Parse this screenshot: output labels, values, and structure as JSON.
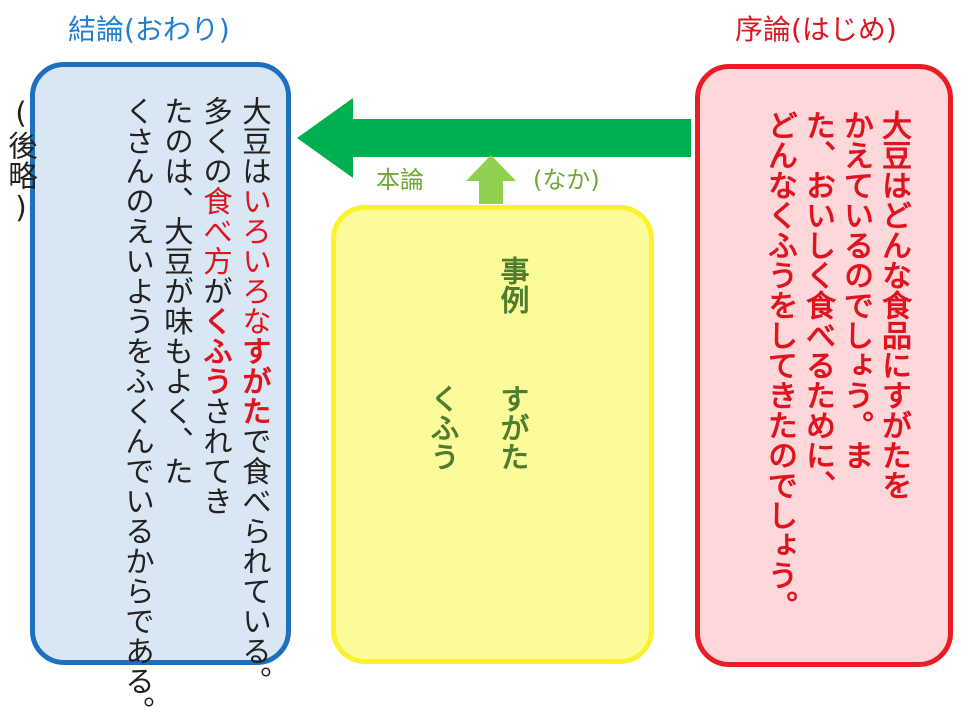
{
  "labels": {
    "conclusion": "結論(おわり)",
    "introduction": "序論(はじめ)",
    "body_main": "本論",
    "body_sub": "(なか)"
  },
  "conclusion_box": {
    "p1": "大豆は",
    "p2": "いろいろな",
    "p3": "すがた",
    "p4": "で食べられている。",
    "p5": "多くの",
    "p6": "食べ方",
    "p7": "が",
    "p8": "くふう",
    "p9": "されてきたのは、大豆が味もよく、たくさんのえいようをふくんでいるからである。",
    "p10": "(後略)"
  },
  "introduction_box": {
    "text": "大豆はどんな食品にすがたをかえているのでしょう。また、おいしく食べるために、どんなくふうをしてきたのでしょう。"
  },
  "body_box": {
    "heading": "事例",
    "item1": "すがた",
    "item2": "くふう"
  },
  "colors": {
    "conclusion_border": "#1d6fc0",
    "conclusion_fill": "#d9e6f3",
    "introduction_border": "#ec1c24",
    "introduction_fill": "#fdd7d9",
    "body_border": "#fbf12c",
    "body_fill": "#fcfb9a",
    "arrow": "#00b050",
    "small_arrow": "#8fd14f"
  }
}
